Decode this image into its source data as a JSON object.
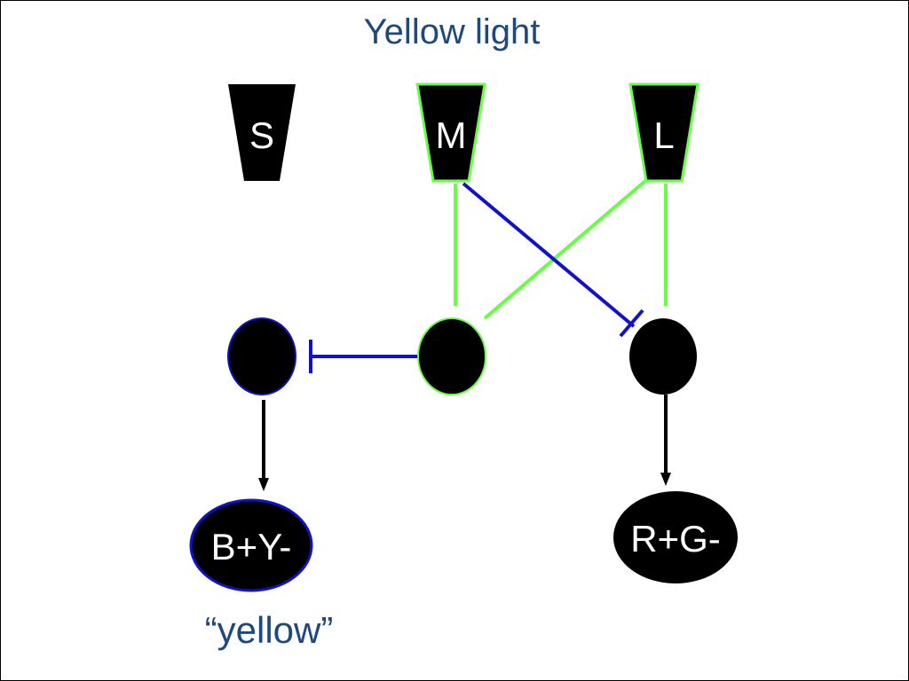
{
  "title": "Yellow light",
  "colors": {
    "title_text": "#1F497D",
    "excitatory": "#66FF44",
    "inhibitory": "#1111CC",
    "node_fill": "#000000",
    "arrow": "#000000"
  },
  "cones": {
    "s": {
      "label": "S",
      "outline": "none"
    },
    "m": {
      "label": "M",
      "outline": "excitatory"
    },
    "l": {
      "label": "L",
      "outline": "excitatory"
    }
  },
  "outputs": {
    "by": {
      "label": "B+Y-",
      "outline": "inhibitory"
    },
    "rg": {
      "label": "R+G-",
      "outline": "none"
    }
  },
  "caption": "“yellow”"
}
